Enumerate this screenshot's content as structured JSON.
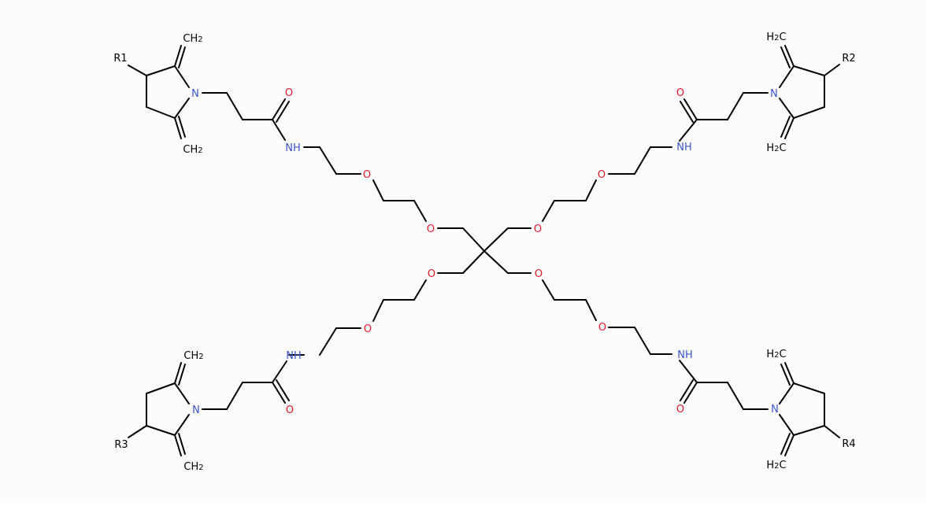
{
  "colors": {
    "carbon": "#000000",
    "nitrogen": "#3a55c9",
    "oxygen": "#e0182a",
    "background": "#fcfcfc"
  },
  "molecule": {
    "atoms": [
      {
        "id": "a1",
        "label": "R1",
        "color": "carbon"
      },
      {
        "id": "a2",
        "label": "CH2",
        "color": "carbon"
      },
      {
        "id": "a3",
        "label": "N",
        "color": "nitrogen"
      },
      {
        "id": "a4",
        "label": "O",
        "color": "oxygen"
      },
      {
        "id": "a5",
        "label": "CH2",
        "color": "carbon"
      },
      {
        "id": "a6",
        "label": "NH",
        "color": "nitrogen"
      },
      {
        "id": "a7",
        "label": "O",
        "color": "oxygen"
      },
      {
        "id": "a8",
        "label": "O",
        "color": "oxygen"
      },
      {
        "id": "b1",
        "label": "H2C",
        "color": "carbon"
      },
      {
        "id": "b2",
        "label": "R2",
        "color": "carbon"
      },
      {
        "id": "b3",
        "label": "N",
        "color": "nitrogen"
      },
      {
        "id": "b4",
        "label": "O",
        "color": "oxygen"
      },
      {
        "id": "b5",
        "label": "H2C",
        "color": "carbon"
      },
      {
        "id": "b6",
        "label": "NH",
        "color": "nitrogen"
      },
      {
        "id": "b7",
        "label": "O",
        "color": "oxygen"
      },
      {
        "id": "b8",
        "label": "O",
        "color": "oxygen"
      },
      {
        "id": "c8",
        "label": "O",
        "color": "oxygen"
      },
      {
        "id": "c7",
        "label": "O",
        "color": "oxygen"
      },
      {
        "id": "c6",
        "label": "NH",
        "color": "nitrogen"
      },
      {
        "id": "c2",
        "label": "CH2",
        "color": "carbon"
      },
      {
        "id": "c3",
        "label": "N",
        "color": "nitrogen"
      },
      {
        "id": "c4",
        "label": "O",
        "color": "oxygen"
      },
      {
        "id": "c1",
        "label": "R3",
        "color": "carbon"
      },
      {
        "id": "c5",
        "label": "CH2",
        "color": "carbon"
      },
      {
        "id": "d8",
        "label": "O",
        "color": "oxygen"
      },
      {
        "id": "d7",
        "label": "O",
        "color": "oxygen"
      },
      {
        "id": "d6",
        "label": "NH",
        "color": "nitrogen"
      },
      {
        "id": "d2",
        "label": "H2C",
        "color": "carbon"
      },
      {
        "id": "d3",
        "label": "N",
        "color": "nitrogen"
      },
      {
        "id": "d4",
        "label": "O",
        "color": "oxygen"
      },
      {
        "id": "d1",
        "label": "R4",
        "color": "carbon"
      },
      {
        "id": "d5",
        "label": "H2C",
        "color": "carbon"
      }
    ]
  }
}
